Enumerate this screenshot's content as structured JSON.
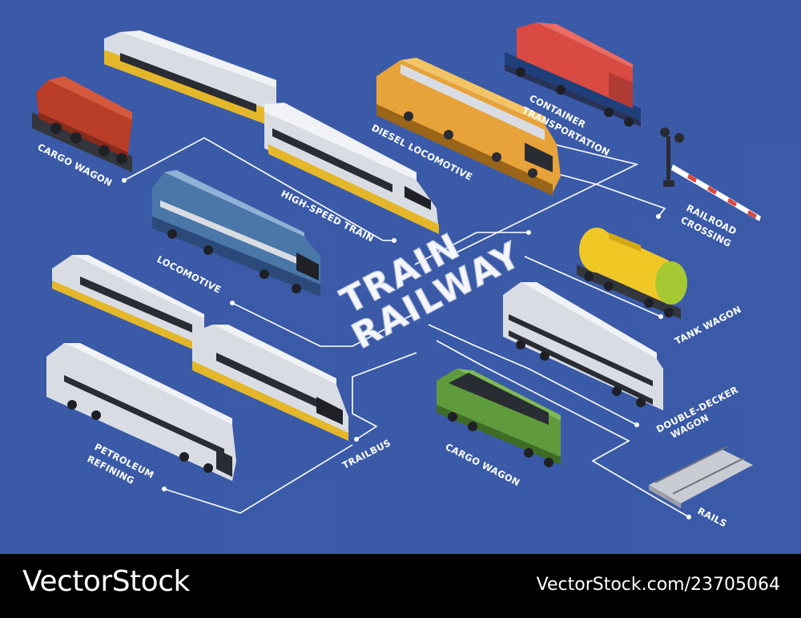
{
  "title": {
    "line1": "TRAIN",
    "line2": "RAILWAY"
  },
  "labels": {
    "cargo_wagon_left": "CARGO WAGON",
    "high_speed_train": "HIGH-SPEED TRAIN",
    "diesel_locomotive": "DIESEL LOCOMOTIVE",
    "container_1": "CONTAINER",
    "container_2": "TRANSPORTATION",
    "railroad_1": "RAILROAD",
    "railroad_2": "CROSSING",
    "locomotive": "LOCOMOTIVE",
    "tank_wagon": "TANK WAGON",
    "double_decker_1": "DOUBLE-DECKER",
    "double_decker_2": "WAGON",
    "trailbus": "TRAILBUS",
    "petroleum_1": "PETROLEUM",
    "petroleum_2": "REFINING",
    "cargo_wagon_bottom": "CARGO WAGON",
    "rails": "RAILS"
  },
  "footer": {
    "brand": "VectorStock",
    "stock_id": "VectorStock.com/23705064"
  },
  "colors": {
    "background": "#3a5aa8",
    "line": "#ffffff",
    "footer": "#000000",
    "cargo_wagon_red": "#c0452c",
    "container_red": "#e0524a",
    "diesel_yellow": "#e7a23a",
    "locomotive_blue": "#4a76a8",
    "tank_yellow": "#f0c826",
    "cargo_green": "#5f9a3c",
    "train_silver": "#d7dbe2",
    "stripe_yellow": "#e4b72a"
  }
}
